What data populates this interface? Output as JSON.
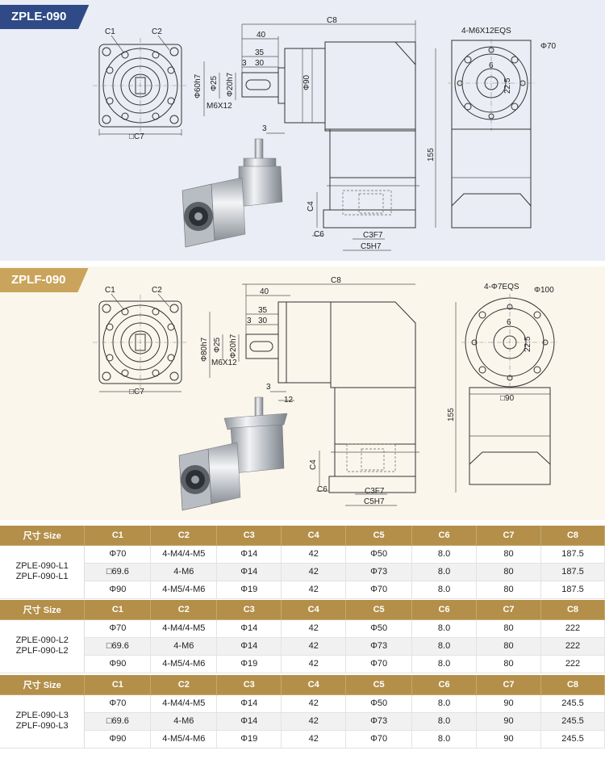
{
  "sections": [
    {
      "title": "ZPLE-090",
      "labels": {
        "c1": "C1",
        "c2": "C2",
        "c7": "□C7",
        "c8": "C8",
        "d40": "40",
        "d35": "35",
        "d3top": "3",
        "d30": "30",
        "d60": "Φ60h7",
        "d25": "Φ25",
        "d20": "Φ20h7",
        "m6": "M6X12",
        "d90": "Φ90",
        "d3low": "3",
        "d155": "155",
        "c4": "C4",
        "c6": "C6",
        "c3": "C3F7",
        "c5": "C5H7",
        "holes": "4-M6X12EQS",
        "d70": "Φ70",
        "d6": "6",
        "d225": "22.5"
      }
    },
    {
      "title": "ZPLF-090",
      "labels": {
        "c1": "C1",
        "c2": "C2",
        "c7": "□C7",
        "c8": "C8",
        "d40": "40",
        "d35": "35",
        "d3top": "3",
        "d30": "30",
        "d80": "Φ80h7",
        "d25": "Φ25",
        "d20": "Φ20h7",
        "m6": "M6X12",
        "d3low": "3",
        "d12": "12",
        "d155": "155",
        "c4": "C4",
        "c6": "C6",
        "c3": "C3F7",
        "c5": "C5H7",
        "holes": "4-Φ7EQS",
        "d100": "Φ100",
        "d6": "6",
        "d225": "22.5",
        "sq90": "□90"
      }
    }
  ],
  "tables": [
    {
      "header": [
        "尺寸 Size",
        "C1",
        "C2",
        "C3",
        "C4",
        "C5",
        "C6",
        "C7",
        "C8"
      ],
      "models": [
        "ZPLE-090-L1",
        "ZPLF-090-L1"
      ],
      "rows": [
        [
          "Φ70",
          "4-M4/4-M5",
          "Φ14",
          "42",
          "Φ50",
          "8.0",
          "80",
          "187.5"
        ],
        [
          "□69.6",
          "4-M6",
          "Φ14",
          "42",
          "Φ73",
          "8.0",
          "80",
          "187.5"
        ],
        [
          "Φ90",
          "4-M5/4-M6",
          "Φ19",
          "42",
          "Φ70",
          "8.0",
          "80",
          "187.5"
        ]
      ]
    },
    {
      "header": [
        "尺寸 Size",
        "C1",
        "C2",
        "C3",
        "C4",
        "C5",
        "C6",
        "C7",
        "C8"
      ],
      "models": [
        "ZPLE-090-L2",
        "ZPLF-090-L2"
      ],
      "rows": [
        [
          "Φ70",
          "4-M4/4-M5",
          "Φ14",
          "42",
          "Φ50",
          "8.0",
          "80",
          "222"
        ],
        [
          "□69.6",
          "4-M6",
          "Φ14",
          "42",
          "Φ73",
          "8.0",
          "80",
          "222"
        ],
        [
          "Φ90",
          "4-M5/4-M6",
          "Φ19",
          "42",
          "Φ70",
          "8.0",
          "80",
          "222"
        ]
      ]
    },
    {
      "header": [
        "尺寸 Size",
        "C1",
        "C2",
        "C3",
        "C4",
        "C5",
        "C6",
        "C7",
        "C8"
      ],
      "models": [
        "ZPLE-090-L3",
        "ZPLF-090-L3"
      ],
      "rows": [
        [
          "Φ70",
          "4-M4/4-M5",
          "Φ14",
          "42",
          "Φ50",
          "8.0",
          "90",
          "245.5"
        ],
        [
          "□69.6",
          "4-M6",
          "Φ14",
          "42",
          "Φ73",
          "8.0",
          "90",
          "245.5"
        ],
        [
          "Φ90",
          "4-M5/4-M6",
          "Φ19",
          "42",
          "Φ70",
          "8.0",
          "90",
          "245.5"
        ]
      ]
    }
  ]
}
